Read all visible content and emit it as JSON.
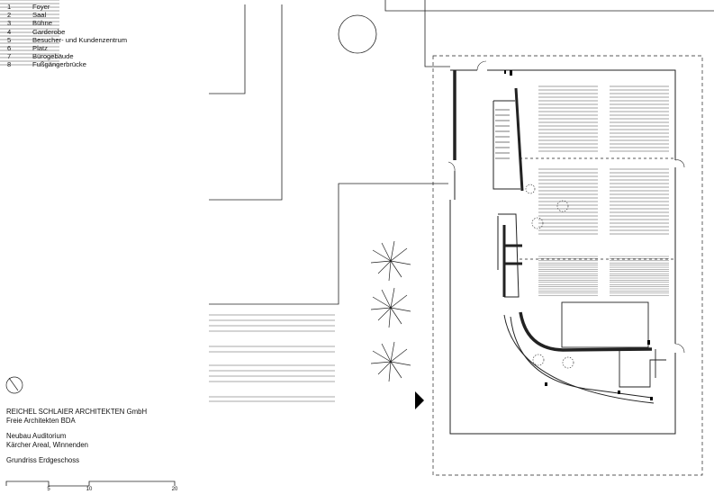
{
  "legend": [
    {
      "num": "1",
      "label": "Foyer"
    },
    {
      "num": "2",
      "label": "Saal"
    },
    {
      "num": "3",
      "label": "Bühne"
    },
    {
      "num": "4",
      "label": "Garderobe"
    },
    {
      "num": "5",
      "label": "Besucher- und Kundenzentrum"
    },
    {
      "num": "6",
      "label": "Platz"
    },
    {
      "num": "7",
      "label": "Bürogebäude"
    },
    {
      "num": "8",
      "label": "Fußgängerbrücke"
    }
  ],
  "office": {
    "line1": "REICHEL SCHLAIER ARCHITEKTEN GmbH",
    "line2": "Freie Architekten BDA"
  },
  "project": {
    "line1": "Neubau Auditorium",
    "line2": "Kärcher Areal, Winnenden"
  },
  "sheet": {
    "title": "Grundriss Erdgeschoss"
  },
  "scale": {
    "ticks": [
      "5",
      "10",
      "20"
    ]
  },
  "icons": {
    "north": "north-arrow-icon",
    "entrance": "entrance-arrow-icon",
    "tree": "tree-icon"
  }
}
